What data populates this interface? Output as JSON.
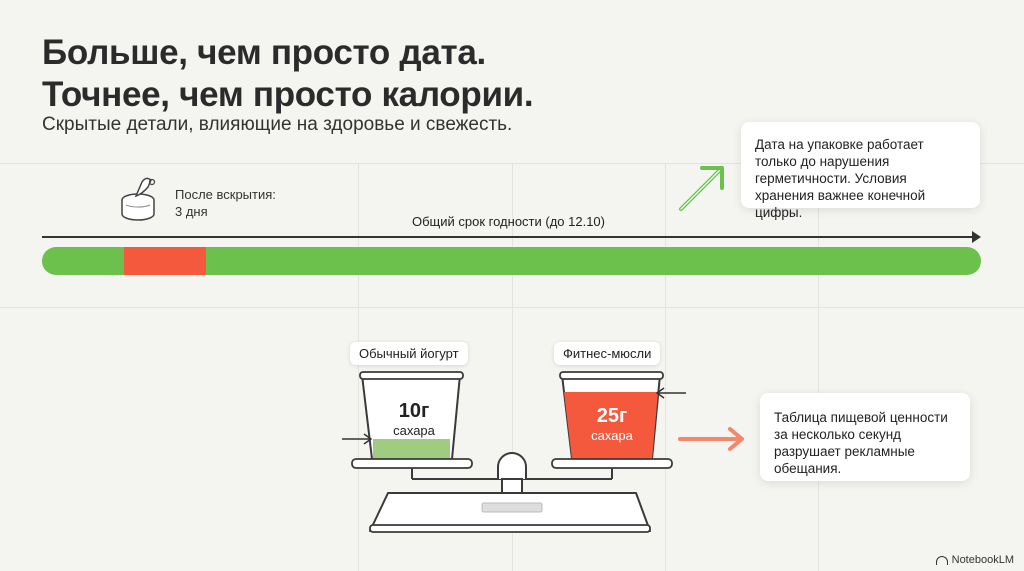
{
  "header": {
    "title_line1": "Больше, чем просто дата.",
    "title_line2": "Точнее, чем просто калории.",
    "subtitle": "Скрытые детали, влияющие на здоровье и свежесть."
  },
  "timeline": {
    "label": "Общий срок годности (до 12.10)",
    "after_open_line1": "После вскрытия:",
    "after_open_line2": "3 дня"
  },
  "callouts": {
    "top": "Дата на упаковке работает только до нарушения герметичности. Условия хранения важнее конечной цифры.",
    "bottom": "Таблица пищевой ценности за несколько секунд разрушает рекламные обещания."
  },
  "scale": {
    "left": {
      "name": "Обычный йогурт",
      "value": "10г",
      "unit": "сахара"
    },
    "right": {
      "name": "Фитнес-мюсли",
      "value": "25г",
      "unit": "сахара"
    }
  },
  "colors": {
    "green": "#6cc14d",
    "red": "#f4593d",
    "background": "#f4f4f1"
  },
  "icons": [
    "can-icon",
    "arrow-up-right-icon",
    "arrow-right-icon",
    "scale-icon"
  ],
  "brand": "NotebookLM"
}
